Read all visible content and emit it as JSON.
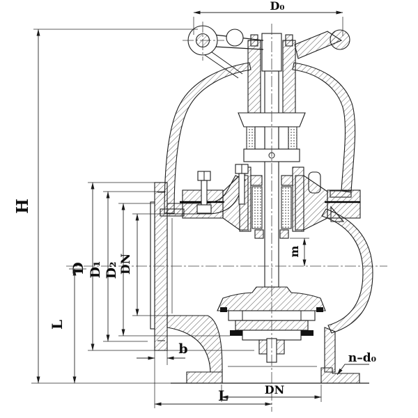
{
  "drawing": {
    "kind": "sectional technical drawing of an angle stop valve",
    "background_color": "#ffffff",
    "line_color": "#1c1c1c",
    "dimension_color": "#262626"
  },
  "dims": {
    "d0": "D₀",
    "h": "H",
    "d": "D",
    "d1": "D₁",
    "d2": "D₂",
    "dn_left": "DN",
    "l_left": "L",
    "b": "b",
    "m": "m",
    "n_d0": "n–d₀",
    "l_bottom": "L",
    "dn_bottom": "DN"
  }
}
